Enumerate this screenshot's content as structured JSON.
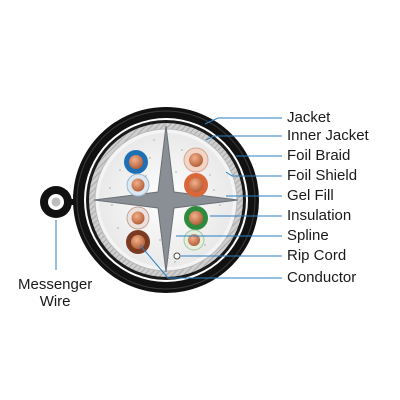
{
  "labels": {
    "jacket": "Jacket",
    "inner_jacket": "Inner Jacket",
    "foil_braid": "Foil Braid",
    "foil_shield": "Foil Shield",
    "gel_fill": "Gel Fill",
    "insulation": "Insulation",
    "spline": "Spline",
    "rip_cord": "Rip Cord",
    "conductor": "Conductor",
    "messenger_line1": "Messenger",
    "messenger_line2": "Wire"
  },
  "colors": {
    "leader_line": "#2a7fc4",
    "jacket": "#111111",
    "wire_blue": "#1f6fb5",
    "wire_orange": "#d9673a",
    "wire_green": "#2e8b3e",
    "wire_brown": "#7a3b22",
    "conductor_copper": "#c8764a",
    "spline": "#8a8f96"
  },
  "icons": {
    "cable": "cable-cross-section-icon"
  }
}
